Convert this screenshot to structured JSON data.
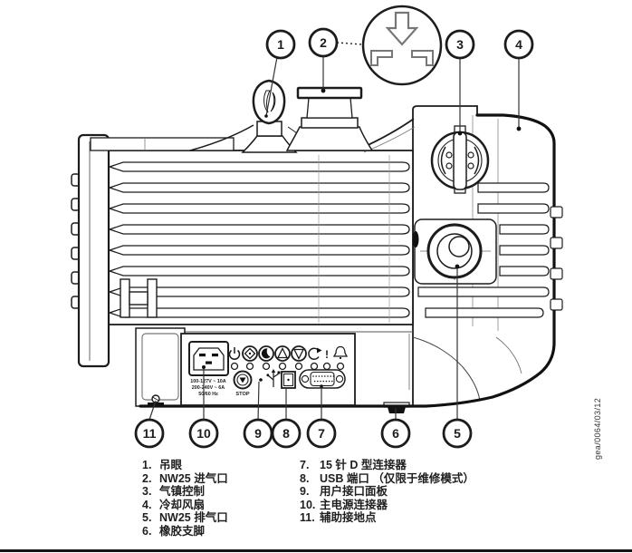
{
  "figure": {
    "callouts": [
      "1",
      "2",
      "3",
      "4",
      "5",
      "6",
      "7",
      "8",
      "9",
      "10",
      "11"
    ],
    "watermark": "gea/0064/03/12"
  },
  "inset": {
    "icons": [
      "down-arrow-icon",
      "left-position-bracket-icon",
      "right-position-bracket-icon"
    ]
  },
  "panel": {
    "mains_rating": [
      "100-127V ~ 10A",
      "200-240V ~ 6A",
      "50/60 Hz"
    ],
    "stop_label": "STOP",
    "warning_glyph": "!",
    "button_icons": [
      "power-icon",
      "start-button-icon",
      "standby-button-icon",
      "up-button-icon",
      "down-button-icon",
      "cycle-icon",
      "warning-icon",
      "alarm-bell-icon"
    ]
  },
  "legend": {
    "left": [
      {
        "num": "1.",
        "label": "吊眼"
      },
      {
        "num": "2.",
        "label": "NW25 进气口"
      },
      {
        "num": "3.",
        "label": "气镇控制"
      },
      {
        "num": "4.",
        "label": "冷却风扇"
      },
      {
        "num": "5.",
        "label": "NW25 排气口"
      },
      {
        "num": "6.",
        "label": "橡胶支脚"
      }
    ],
    "right": [
      {
        "num": "7.",
        "label": "15 针 D 型连接器"
      },
      {
        "num": "8.",
        "label": "USB 端口 （仅限于维修模式）"
      },
      {
        "num": "9.",
        "label": "用户接口面板"
      },
      {
        "num": "10.",
        "label": "主电源连接器"
      },
      {
        "num": "11.",
        "label": "辅助接地点"
      }
    ]
  },
  "colors": {
    "line": "#1c1c1c",
    "background": "#ffffff"
  }
}
